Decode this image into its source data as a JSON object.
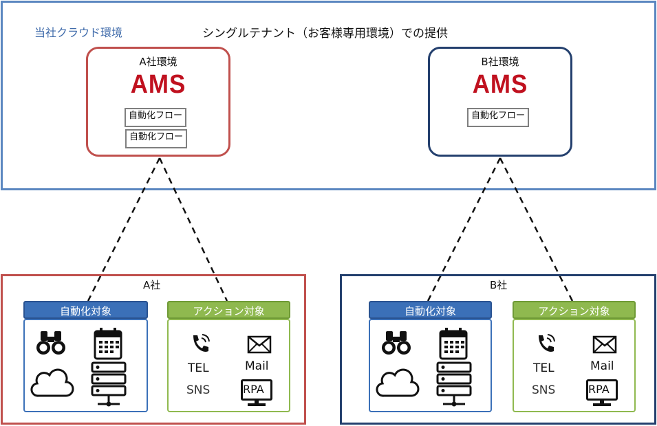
{
  "cloud": {
    "label": "当社クラウド環境",
    "title": "シングルテナント（お客様専用環境）での提供"
  },
  "env_a": {
    "title": "A社環境",
    "logo": "AMS",
    "flows": [
      "自動化フロー",
      "自動化フロー"
    ]
  },
  "env_b": {
    "title": "B社環境",
    "logo": "AMS",
    "flows": [
      "自動化フロー"
    ]
  },
  "company_a": {
    "label": "A社",
    "automation_header": "自動化対象",
    "action_header": "アクション対象",
    "action_items": {
      "tel": "TEL",
      "mail": "Mail",
      "sns": "SNS",
      "rpa": "RPA"
    }
  },
  "company_b": {
    "label": "B社",
    "automation_header": "自動化対象",
    "action_header": "アクション対象",
    "action_items": {
      "tel": "TEL",
      "mail": "Mail",
      "sns": "SNS",
      "rpa": "RPA"
    }
  },
  "colors": {
    "company_a_border": "#c0504d",
    "company_b_border": "#24406e",
    "automation_header": "#3b70b8",
    "action_header": "#8fb94f",
    "logo_red": "#c0111f"
  },
  "icons": [
    "binoculars-icon",
    "calendar-icon",
    "cloud-icon",
    "server-icon",
    "phone-icon",
    "mail-icon",
    "rpa-monitor-icon"
  ]
}
